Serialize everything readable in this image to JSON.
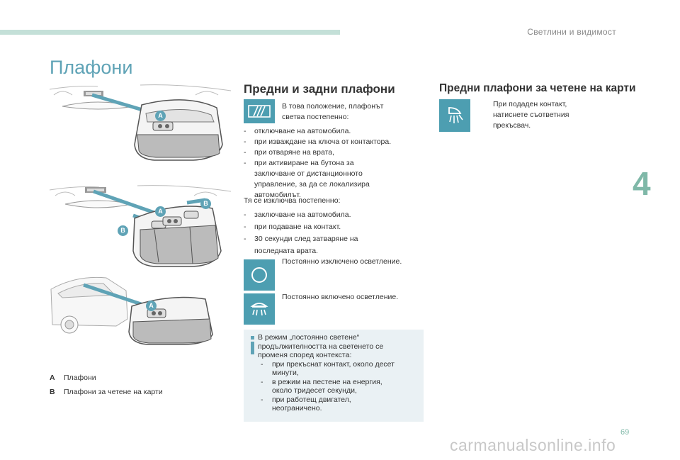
{
  "header": {
    "section_title": "Светлини и видимост",
    "chapter": "4"
  },
  "page": {
    "heading": "Плафони",
    "number": "69"
  },
  "watermark": "carmanualsonline.info",
  "colors": {
    "accent": "#5fa3b6",
    "icon_bg": "#4d9eb1",
    "tab": "#7fb8a8",
    "info_bg": "#eaf1f4"
  },
  "badges": {
    "a": "A",
    "b": "B"
  },
  "legend": [
    {
      "key": "A",
      "text": "Плафони"
    },
    {
      "key": "B",
      "text": "Плафони за четене на карти"
    }
  ],
  "front_rear": {
    "heading": "Предни и задни плафони",
    "auto_icon": "door-courtesy-light-icon",
    "auto_text_1": "В това положение, плафонът",
    "auto_text_2": "светва постепенно:",
    "on_items": [
      [
        "отключване на автомобила."
      ],
      [
        "при изваждане на ключа от контактора."
      ],
      [
        "при отваряне на врата,"
      ],
      [
        "при активиране на бутона за",
        "заключване от дистанционното",
        "управление, за да се локализира",
        "автомобилът."
      ]
    ],
    "off_intro": "Тя се изключва постепенно:",
    "off_items": [
      [
        "заключване на автомобила."
      ],
      [
        "при подаване на контакт."
      ],
      [
        "30 секунди след затваряне на",
        "последната врата."
      ]
    ],
    "off_icon": "circle-off-icon",
    "off_text": "Постоянно изключено осветление.",
    "on_icon": "dome-light-on-icon",
    "on_text": "Постоянно включено осветление.",
    "info": {
      "icon": "info-icon",
      "lines": [
        "В режим „постоянно светене“",
        "продължителността на светенето се",
        "променя според контекста:"
      ],
      "items": [
        [
          "при прекъснат контакт, около десет",
          "минути,"
        ],
        [
          "в режим на пестене на енергия,",
          "около тридесет секунди,"
        ],
        [
          "при работещ двигател,",
          "неограничено."
        ]
      ]
    }
  },
  "map_lights": {
    "heading": "Предни плафони за четене на карти",
    "icon": "map-reading-light-icon",
    "bullet_symbol": "",
    "text": [
      "При подаден контакт,",
      "натиснете съответния",
      "прекъсвач."
    ]
  }
}
